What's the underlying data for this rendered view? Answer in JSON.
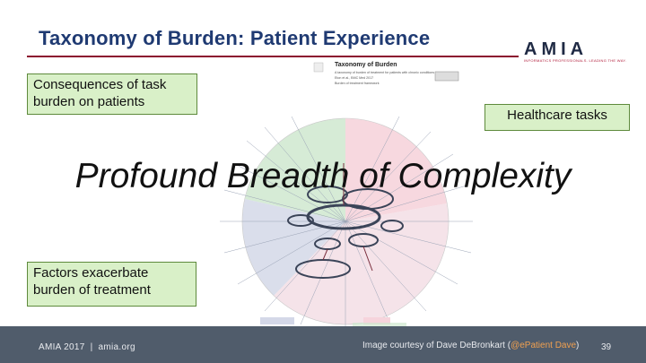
{
  "slide": {
    "title": "Taxonomy of Burden: Patient Experience",
    "headline": "Profound Breadth of Complexity"
  },
  "logo": {
    "wordmark": "AMIA",
    "tagline": "INFORMATICS PROFESSIONALS. LEADING THE WAY."
  },
  "callouts": {
    "top_left": "Consequences of task burden on patients",
    "right": "Healthcare tasks",
    "bottom_left": "Factors exacerbate burden of treatment"
  },
  "poster": {
    "title": "Taxonomy of Burden",
    "lines": [
      "A taxonomy of burden of treatment for patients with chronic conditions",
      "Eton et al., BMC Med 2017",
      "Burden of treatment framework"
    ]
  },
  "footer": {
    "left_a": "AMIA 2017",
    "left_sep": "|",
    "left_b": "amia.org",
    "credit_prefix": "Image courtesy of Dave DeBronkart (",
    "credit_link": "@ePatient Dave",
    "credit_suffix": ")",
    "page_number": "39"
  },
  "colors": {
    "title": "#1f3a72",
    "rule": "#8b0f2e",
    "callout_fill": "#d9f0c8",
    "footer_bg": "#505c6b",
    "segment_green": "#cfe8cf",
    "segment_pink": "#f6d4dc",
    "segment_blue": "#d4d8e8"
  }
}
